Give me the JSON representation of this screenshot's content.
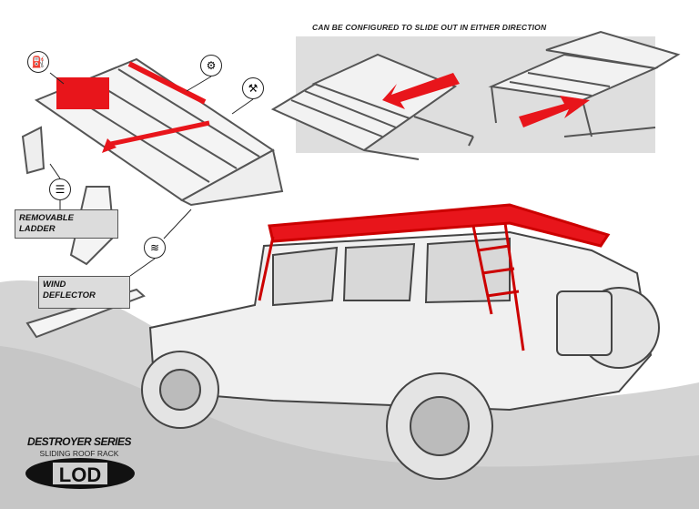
{
  "headline": "CAN BE CONFIGURED TO SLIDE OUT IN EITHER DIRECTION",
  "callouts": {
    "ladder": "REMOVABLE\nLADDER",
    "ladder_lines": [
      "REMOVABLE",
      "LADDER"
    ],
    "wind_lines": [
      "WIND",
      "DEFLECTOR"
    ]
  },
  "icons": [
    "jerry-can-icon",
    "jack-icon",
    "tools-icon",
    "ladder-icon",
    "wind-icon"
  ],
  "brand": {
    "series": "DESTROYER SERIES",
    "product": "SLIDING ROOF RACK",
    "logo": "LOD"
  },
  "colors": {
    "accent": "#e8151b",
    "panel": "#dcdcdc",
    "ground": "#cfcfcf"
  }
}
